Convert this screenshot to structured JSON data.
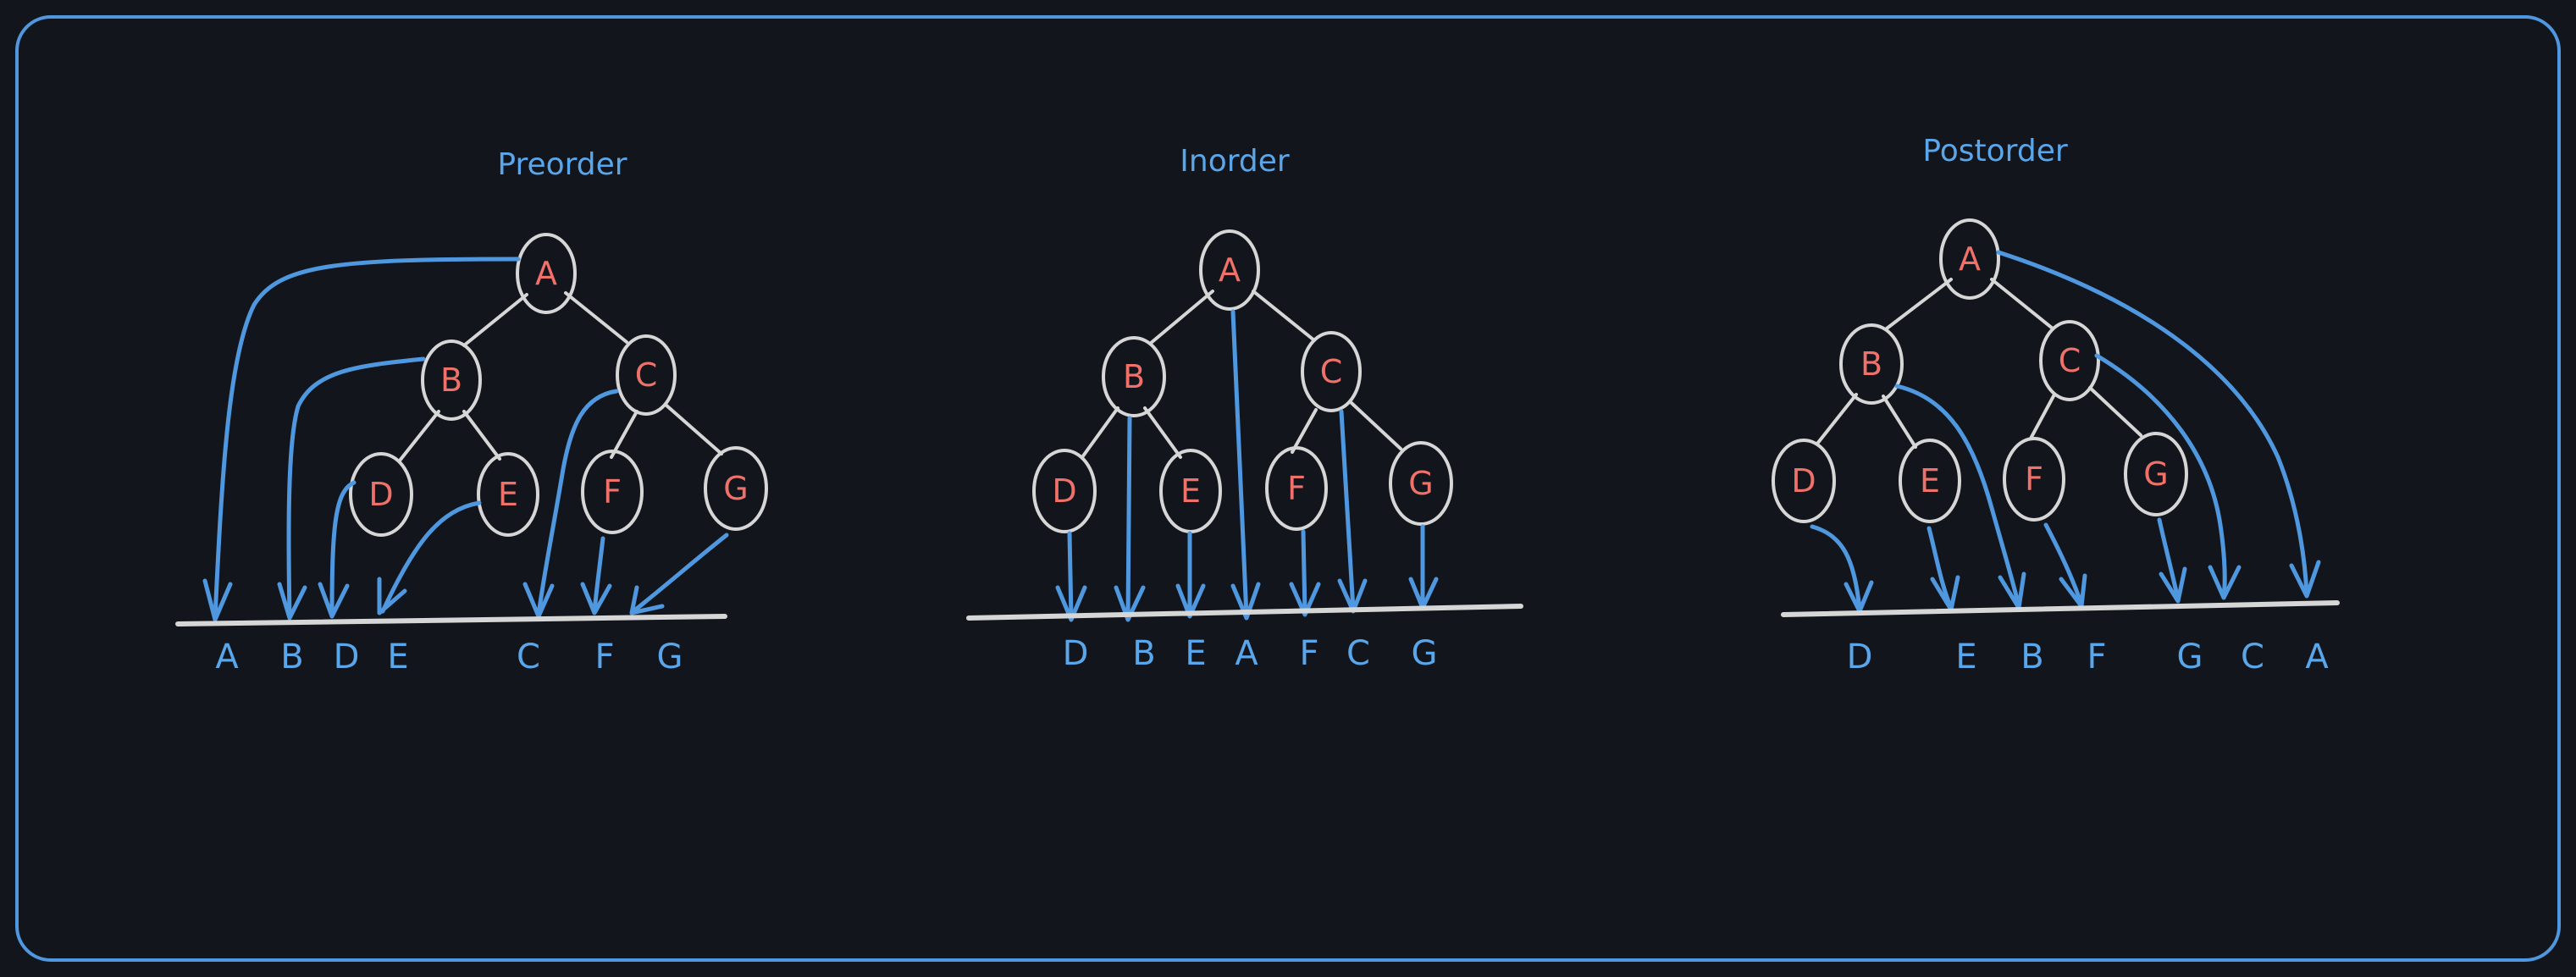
{
  "diagrams": [
    {
      "id": "preorder",
      "title": "Preorder",
      "sequence": [
        "A",
        "B",
        "D",
        "E",
        "C",
        "F",
        "G"
      ]
    },
    {
      "id": "inorder",
      "title": "Inorder",
      "sequence": [
        "D",
        "B",
        "E",
        "A",
        "F",
        "C",
        "G"
      ]
    },
    {
      "id": "postorder",
      "title": "Postorder",
      "sequence": [
        "D",
        "E",
        "B",
        "F",
        "G",
        "C",
        "A"
      ]
    }
  ],
  "tree": {
    "root": "A",
    "edges": [
      [
        "A",
        "B"
      ],
      [
        "A",
        "C"
      ],
      [
        "B",
        "D"
      ],
      [
        "B",
        "E"
      ],
      [
        "C",
        "F"
      ],
      [
        "C",
        "G"
      ]
    ]
  },
  "colors": {
    "background": "#12161c",
    "accent": "#4f98e0",
    "node_text": "#f0706a",
    "node_outline": "#d6d6d6"
  }
}
